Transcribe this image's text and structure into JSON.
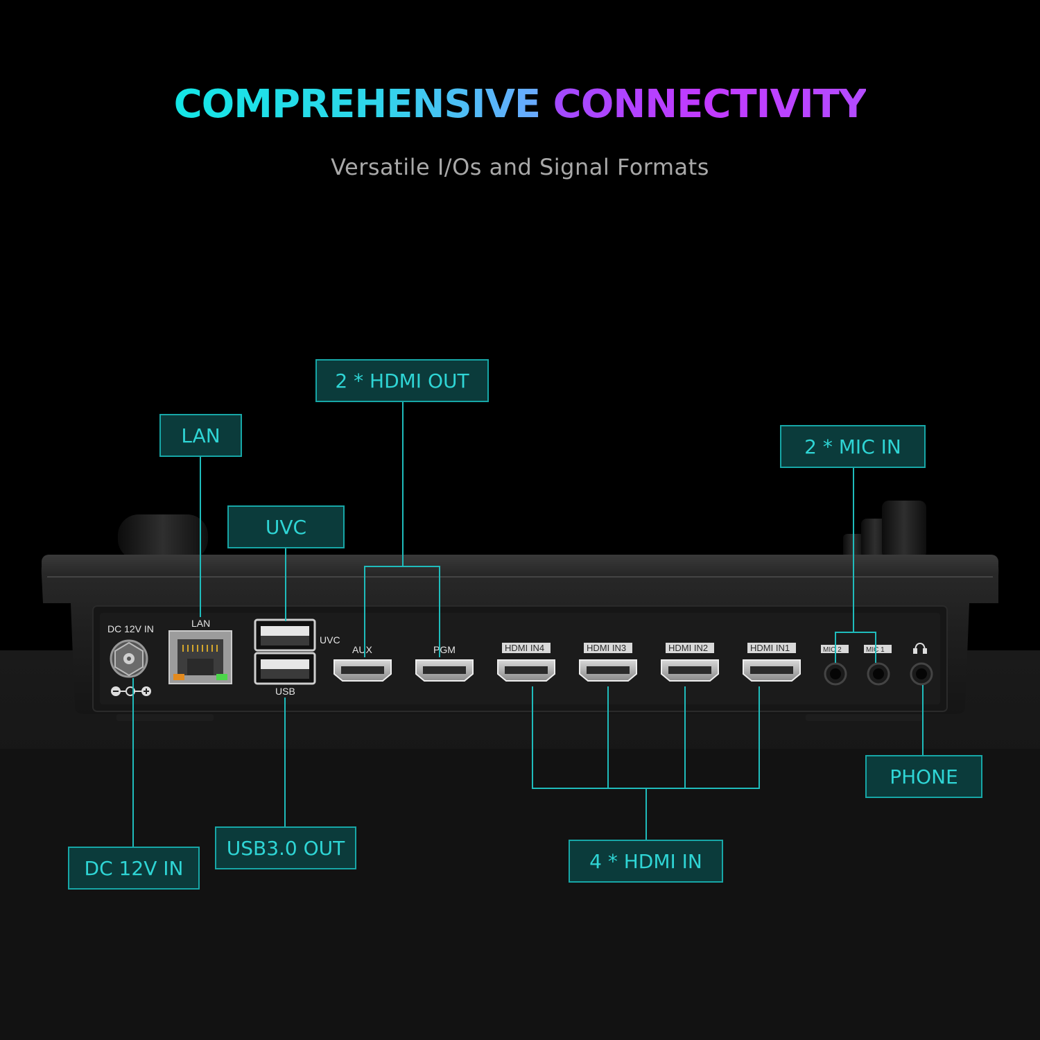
{
  "headline": {
    "part1": "COMPREHENSIVE",
    "part2": "CONNECTIVITY"
  },
  "subtitle": "Versatile I/Os and Signal Formats",
  "colors": {
    "background": "#000000",
    "callout_fill": "#0b3b3b",
    "callout_border": "#17a7a7",
    "callout_text": "#2fd5d5",
    "leader_line": "#1fbcbc"
  },
  "callouts": {
    "hdmi_out": "2 * HDMI OUT",
    "lan": "LAN",
    "uvc": "UVC",
    "mic_in": "2 * MIC IN",
    "phone": "PHONE",
    "dc_in": "DC 12V IN",
    "usb_out": "USB3.0 OUT",
    "hdmi_in": "4 * HDMI IN"
  },
  "panel_labels": {
    "dc_in": "DC 12V IN",
    "lan": "LAN",
    "uvc": "UVC",
    "usb": "USB",
    "aux": "AUX",
    "pgm": "PGM",
    "hdmi_in4": "HDMI IN4",
    "hdmi_in3": "HDMI IN3",
    "hdmi_in2": "HDMI IN2",
    "hdmi_in1": "HDMI IN1",
    "mic2": "MIC 2",
    "mic1": "MIC 1"
  },
  "icons": {
    "headphone": "headphone-icon",
    "dc_polarity": "dc-polarity-icon"
  }
}
